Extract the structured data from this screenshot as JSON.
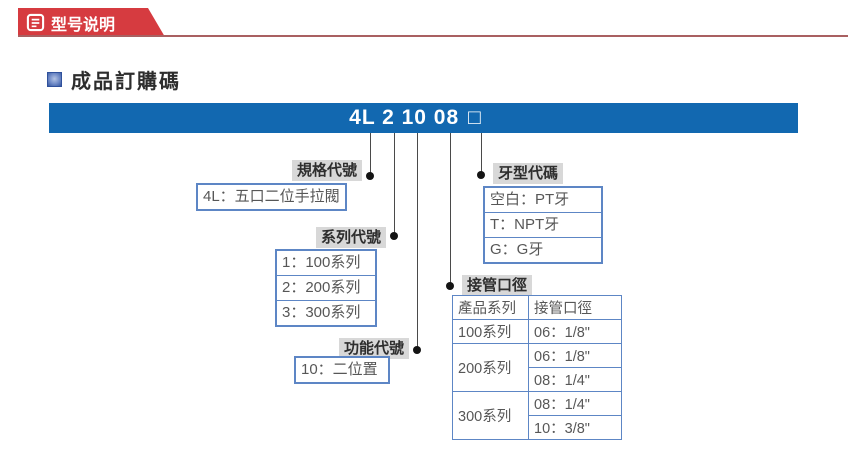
{
  "banner": {
    "title": "型号说明"
  },
  "section": {
    "title": "成品訂購碼"
  },
  "code_bar": {
    "code": "4L 2 10 08",
    "blank": "□"
  },
  "spec": {
    "label": "規格代號",
    "item": "4L：五口二位手拉閥"
  },
  "series": {
    "label": "系列代號",
    "items": [
      "1：100系列",
      "2：200系列",
      "3：300系列"
    ]
  },
  "func": {
    "label": "功能代號",
    "item": "10：二位置"
  },
  "thread": {
    "label": "牙型代碼",
    "items": [
      "空白：PT牙",
      "T：NPT牙",
      "G：G牙"
    ]
  },
  "pipe": {
    "label": "接管口徑",
    "headers": [
      "產品系列",
      "接管口徑"
    ],
    "rows": [
      {
        "series": "100系列",
        "sizes": [
          "06：1/8\""
        ]
      },
      {
        "series": "200系列",
        "sizes": [
          "06：1/8\"",
          "08：1/4\""
        ]
      },
      {
        "series": "300系列",
        "sizes": [
          "08：1/4\"",
          "10：3/8\""
        ]
      }
    ]
  },
  "colors": {
    "banner_red": "#d63b40",
    "banner_line": "#a96061",
    "bar_blue": "#1268b0",
    "box_border": "#5d86c5",
    "label_bg": "#d8d8d8",
    "box_text": "#575757",
    "line_gray": "#4a4a4a"
  }
}
